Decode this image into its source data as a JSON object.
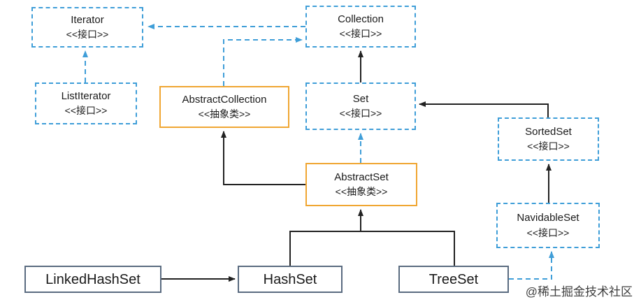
{
  "diagram": {
    "nodes": {
      "iterator": {
        "name": "Iterator",
        "stereotype": "<<接口>>"
      },
      "collection": {
        "name": "Collection",
        "stereotype": "<<接口>>"
      },
      "list_iterator": {
        "name": "ListIterator",
        "stereotype": "<<接口>>"
      },
      "abstract_collection": {
        "name": "AbstractCollection",
        "stereotype": "<<抽象类>>"
      },
      "set": {
        "name": "Set",
        "stereotype": "<<接口>>"
      },
      "sorted_set": {
        "name": "SortedSet",
        "stereotype": "<<接口>>"
      },
      "abstract_set": {
        "name": "AbstractSet",
        "stereotype": "<<抽象类>>"
      },
      "navidable_set": {
        "name": "NavidableSet",
        "stereotype": "<<接口>>"
      },
      "linked_hash_set": {
        "name": "LinkedHashSet"
      },
      "hash_set": {
        "name": "HashSet"
      },
      "tree_set": {
        "name": "TreeSet"
      }
    },
    "colors": {
      "interface_border": "#3f9ed8",
      "abstract_border": "#f0a632",
      "class_border": "#5a6b80",
      "solid_arrow": "#222222",
      "dashed_arrow": "#3f9ed8",
      "background": "#ffffff"
    },
    "watermark": "@稀土掘金技术社区"
  }
}
